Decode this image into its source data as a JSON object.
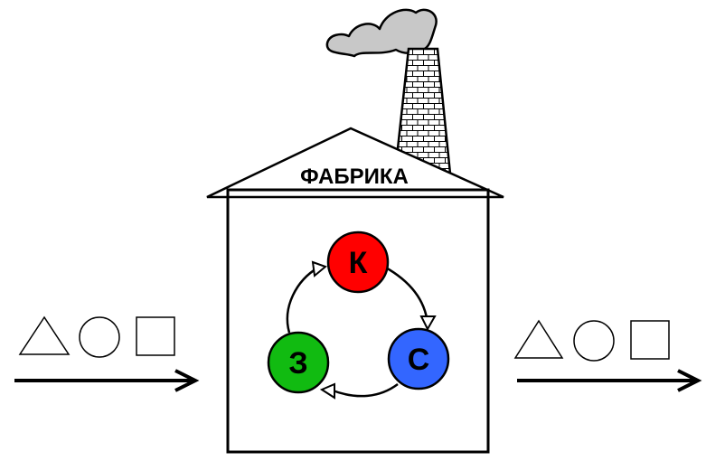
{
  "factory": {
    "title": "ФАБРИКА"
  },
  "cycle": {
    "nodes": [
      {
        "id": "k",
        "label": "К",
        "color": "#ff0000"
      },
      {
        "id": "s",
        "label": "С",
        "color": "#3366ff"
      },
      {
        "id": "z",
        "label": "З",
        "color": "#11bb11"
      }
    ]
  },
  "input_shapes": [
    "triangle",
    "circle",
    "square"
  ],
  "output_shapes": [
    "triangle",
    "circle",
    "square"
  ],
  "colors": {
    "smoke": "#c8c8c8",
    "outline": "#000000"
  }
}
